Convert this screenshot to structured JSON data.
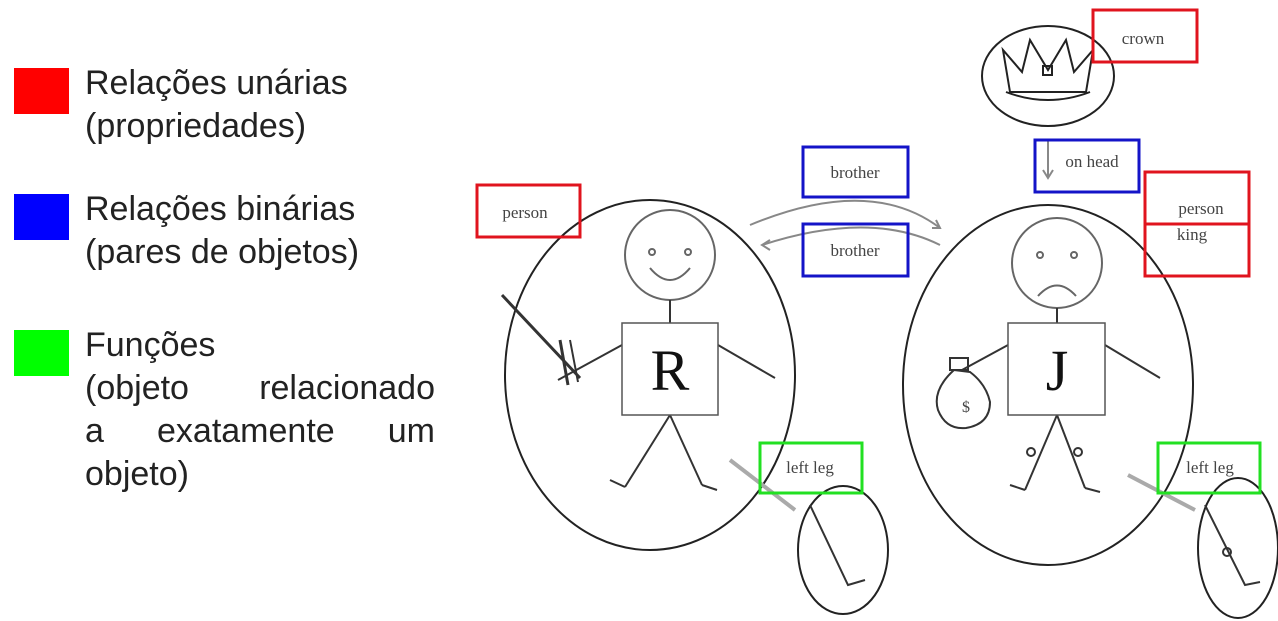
{
  "legend": {
    "items": [
      {
        "color": "#ff0000",
        "lines": [
          "Relações unárias",
          "(propriedades)"
        ]
      },
      {
        "color": "#0000ff",
        "lines": [
          "Relações binárias",
          "(pares de objetos)"
        ]
      },
      {
        "color": "#00ff00",
        "lines": [
          "Funções",
          "(objeto relacionado",
          "a exatamente um",
          "objeto)"
        ]
      }
    ]
  },
  "diagram": {
    "richard_letter": "R",
    "john_letter": "J",
    "money_symbol": "$",
    "labels": {
      "crown": "crown",
      "on_head": "on head",
      "brother_top": "brother",
      "brother_bottom": "brother",
      "person_left": "person",
      "person_right": "person",
      "king": "king",
      "left_leg_r": "left leg",
      "left_leg_j": "left leg"
    },
    "colors": {
      "unary": "#e0141e",
      "binary": "#1414c8",
      "function": "#22e022"
    }
  }
}
